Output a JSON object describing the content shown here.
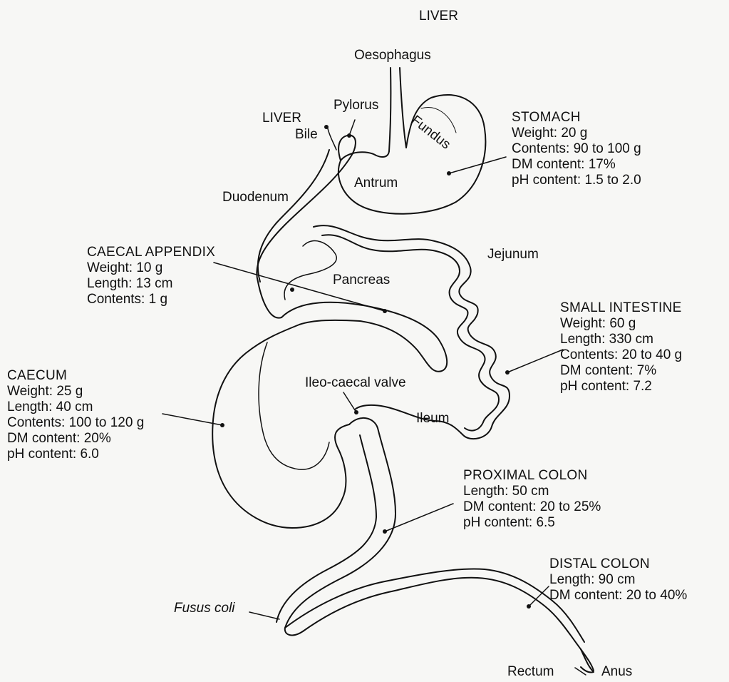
{
  "colors": {
    "ink": "#111111",
    "paper": "#f7f7f5"
  },
  "labels": {
    "liver_top": "LIVER",
    "oesophagus": "Oesophagus",
    "pylorus": "Pylorus",
    "liver_left": "LIVER",
    "bile": "Bile",
    "fundus": "Fundus",
    "antrum": "Antrum",
    "duodenum": "Duodenum",
    "jejunum": "Jejunum",
    "pancreas": "Pancreas",
    "ileo_caecal_valve": "Ileo-caecal valve",
    "ileum": "Ileum",
    "fusus_coli": "Fusus coli",
    "rectum": "Rectum",
    "anus": "Anus"
  },
  "stomach": {
    "title": "STOMACH",
    "lines": [
      "Weight: 20 g",
      "Contents: 90 to 100 g",
      "DM content: 17%",
      "pH content: 1.5 to 2.0"
    ]
  },
  "caecal_appendix": {
    "title": "CAECAL APPENDIX",
    "lines": [
      "Weight: 10 g",
      "Length: 13 cm",
      "Contents: 1 g"
    ]
  },
  "small_intestine": {
    "title": "SMALL INTESTINE",
    "lines": [
      "Weight: 60 g",
      "Length: 330 cm",
      "Contents: 20 to 40 g",
      "DM content: 7%",
      "pH content: 7.2"
    ]
  },
  "caecum": {
    "title": "CAECUM",
    "lines": [
      "Weight: 25 g",
      "Length: 40 cm",
      "Contents: 100 to 120 g",
      "DM content: 20%",
      "pH content: 6.0"
    ]
  },
  "proximal_colon": {
    "title": "PROXIMAL COLON",
    "lines": [
      "Length: 50 cm",
      "DM content: 20 to 25%",
      "pH content: 6.5"
    ]
  },
  "distal_colon": {
    "title": "DISTAL COLON",
    "lines": [
      "Length: 90 cm",
      "DM content: 20 to 40%"
    ]
  }
}
